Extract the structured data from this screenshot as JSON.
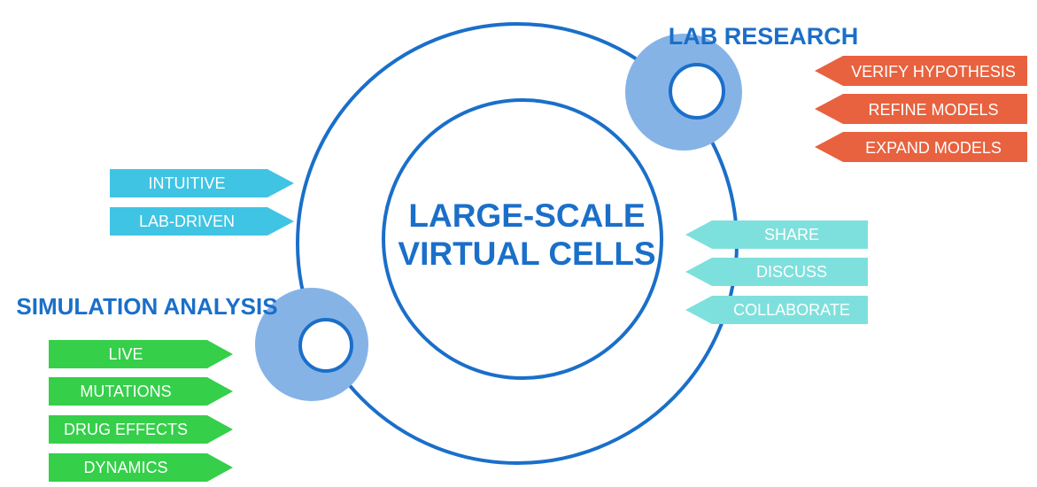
{
  "center_title": {
    "line1": "LARGE-SCALE",
    "line2": "VIRTUAL CELLS"
  },
  "lab_research": {
    "title": "LAB RESEARCH",
    "items": [
      "VERIFY HYPOTHESIS",
      "REFINE MODELS",
      "EXPAND MODELS"
    ]
  },
  "simulation_analysis": {
    "title": "SIMULATION ANALYSIS",
    "items": [
      "LIVE",
      "MUTATIONS",
      "DRUG EFFECTS",
      "DYNAMICS"
    ]
  },
  "left_features": {
    "items": [
      "INTUITIVE",
      "LAB-DRIVEN"
    ]
  },
  "collaboration": {
    "items": [
      "SHARE",
      "DISCUSS",
      "COLLABORATE"
    ]
  },
  "colors": {
    "ring": "#1a6fc9",
    "node_fill": "#86b3e6",
    "title_text": "#1a6fc9",
    "orange_tag": "#e8623f",
    "cyan_tag": "#3fc4e4",
    "teal_tag": "#7ee0dc",
    "green_tag": "#35cf4a"
  }
}
